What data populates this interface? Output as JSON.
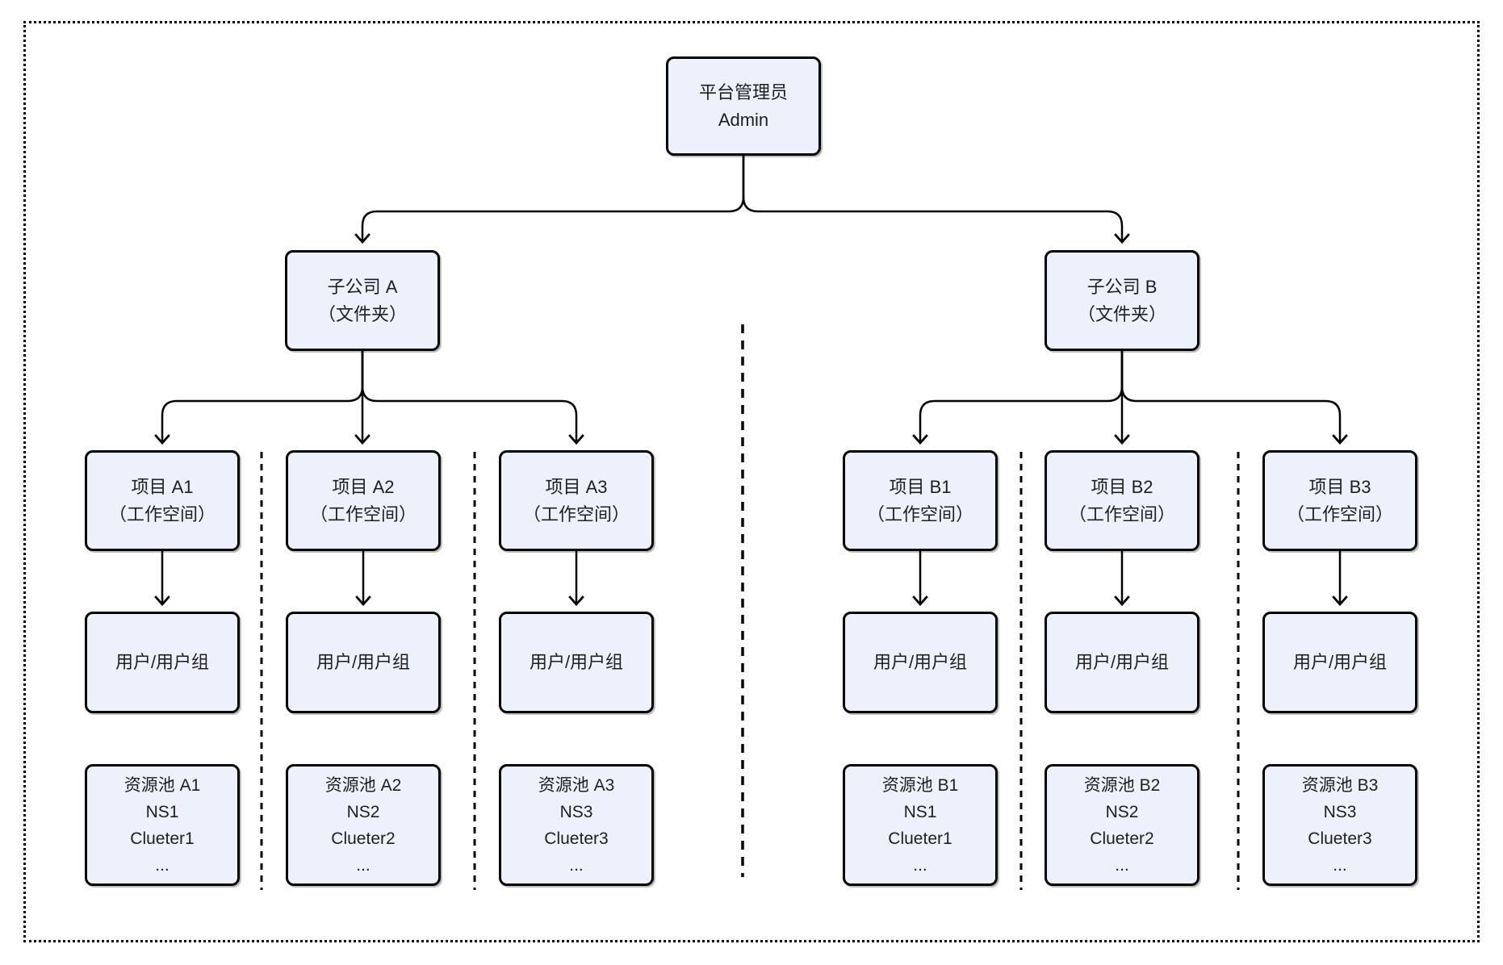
{
  "diagram": {
    "type": "org-hierarchy-flowchart",
    "colors": {
      "node_fill": "#edf1fb",
      "node_border": "#000000",
      "connector": "#000000",
      "text": "#1f1f1f",
      "background": "#ffffff"
    },
    "edges": [
      {
        "from": "admin",
        "to": "subsidiary_a"
      },
      {
        "from": "admin",
        "to": "subsidiary_b"
      },
      {
        "from": "subsidiary_a",
        "to": "project_a1"
      },
      {
        "from": "subsidiary_a",
        "to": "project_a2"
      },
      {
        "from": "subsidiary_a",
        "to": "project_a3"
      },
      {
        "from": "subsidiary_b",
        "to": "project_b1"
      },
      {
        "from": "subsidiary_b",
        "to": "project_b2"
      },
      {
        "from": "subsidiary_b",
        "to": "project_b3"
      },
      {
        "from": "project_a1",
        "to": "users_a1"
      },
      {
        "from": "project_a2",
        "to": "users_a2"
      },
      {
        "from": "project_a3",
        "to": "users_a3"
      },
      {
        "from": "project_b1",
        "to": "users_b1"
      },
      {
        "from": "project_b2",
        "to": "users_b2"
      },
      {
        "from": "project_b3",
        "to": "users_b3"
      }
    ]
  },
  "nodes": {
    "admin": {
      "lines": [
        "平台管理员",
        "Admin"
      ]
    },
    "subsidiary_a": {
      "lines": [
        "子公司 A",
        "（文件夹）"
      ]
    },
    "subsidiary_b": {
      "lines": [
        "子公司 B",
        "（文件夹）"
      ]
    },
    "project_a1": {
      "lines": [
        "项目 A1",
        "（工作空间）"
      ]
    },
    "project_a2": {
      "lines": [
        "项目 A2",
        "（工作空间）"
      ]
    },
    "project_a3": {
      "lines": [
        "项目 A3",
        "（工作空间）"
      ]
    },
    "project_b1": {
      "lines": [
        "项目 B1",
        "（工作空间）"
      ]
    },
    "project_b2": {
      "lines": [
        "项目 B2",
        "（工作空间）"
      ]
    },
    "project_b3": {
      "lines": [
        "项目 B3",
        "（工作空间）"
      ]
    },
    "users_a1": {
      "lines": [
        "用户/用户组"
      ]
    },
    "users_a2": {
      "lines": [
        "用户/用户组"
      ]
    },
    "users_a3": {
      "lines": [
        "用户/用户组"
      ]
    },
    "users_b1": {
      "lines": [
        "用户/用户组"
      ]
    },
    "users_b2": {
      "lines": [
        "用户/用户组"
      ]
    },
    "users_b3": {
      "lines": [
        "用户/用户组"
      ]
    },
    "pool_a1": {
      "lines": [
        "资源池 A1",
        "NS1",
        "Clueter1",
        "..."
      ]
    },
    "pool_a2": {
      "lines": [
        "资源池 A2",
        "NS2",
        "Clueter2",
        "..."
      ]
    },
    "pool_a3": {
      "lines": [
        "资源池 A3",
        "NS3",
        "Clueter3",
        "..."
      ]
    },
    "pool_b1": {
      "lines": [
        "资源池 B1",
        "NS1",
        "Clueter1",
        "..."
      ]
    },
    "pool_b2": {
      "lines": [
        "资源池 B2",
        "NS2",
        "Clueter2",
        "..."
      ]
    },
    "pool_b3": {
      "lines": [
        "资源池 B3",
        "NS3",
        "Clueter3",
        "..."
      ]
    }
  }
}
